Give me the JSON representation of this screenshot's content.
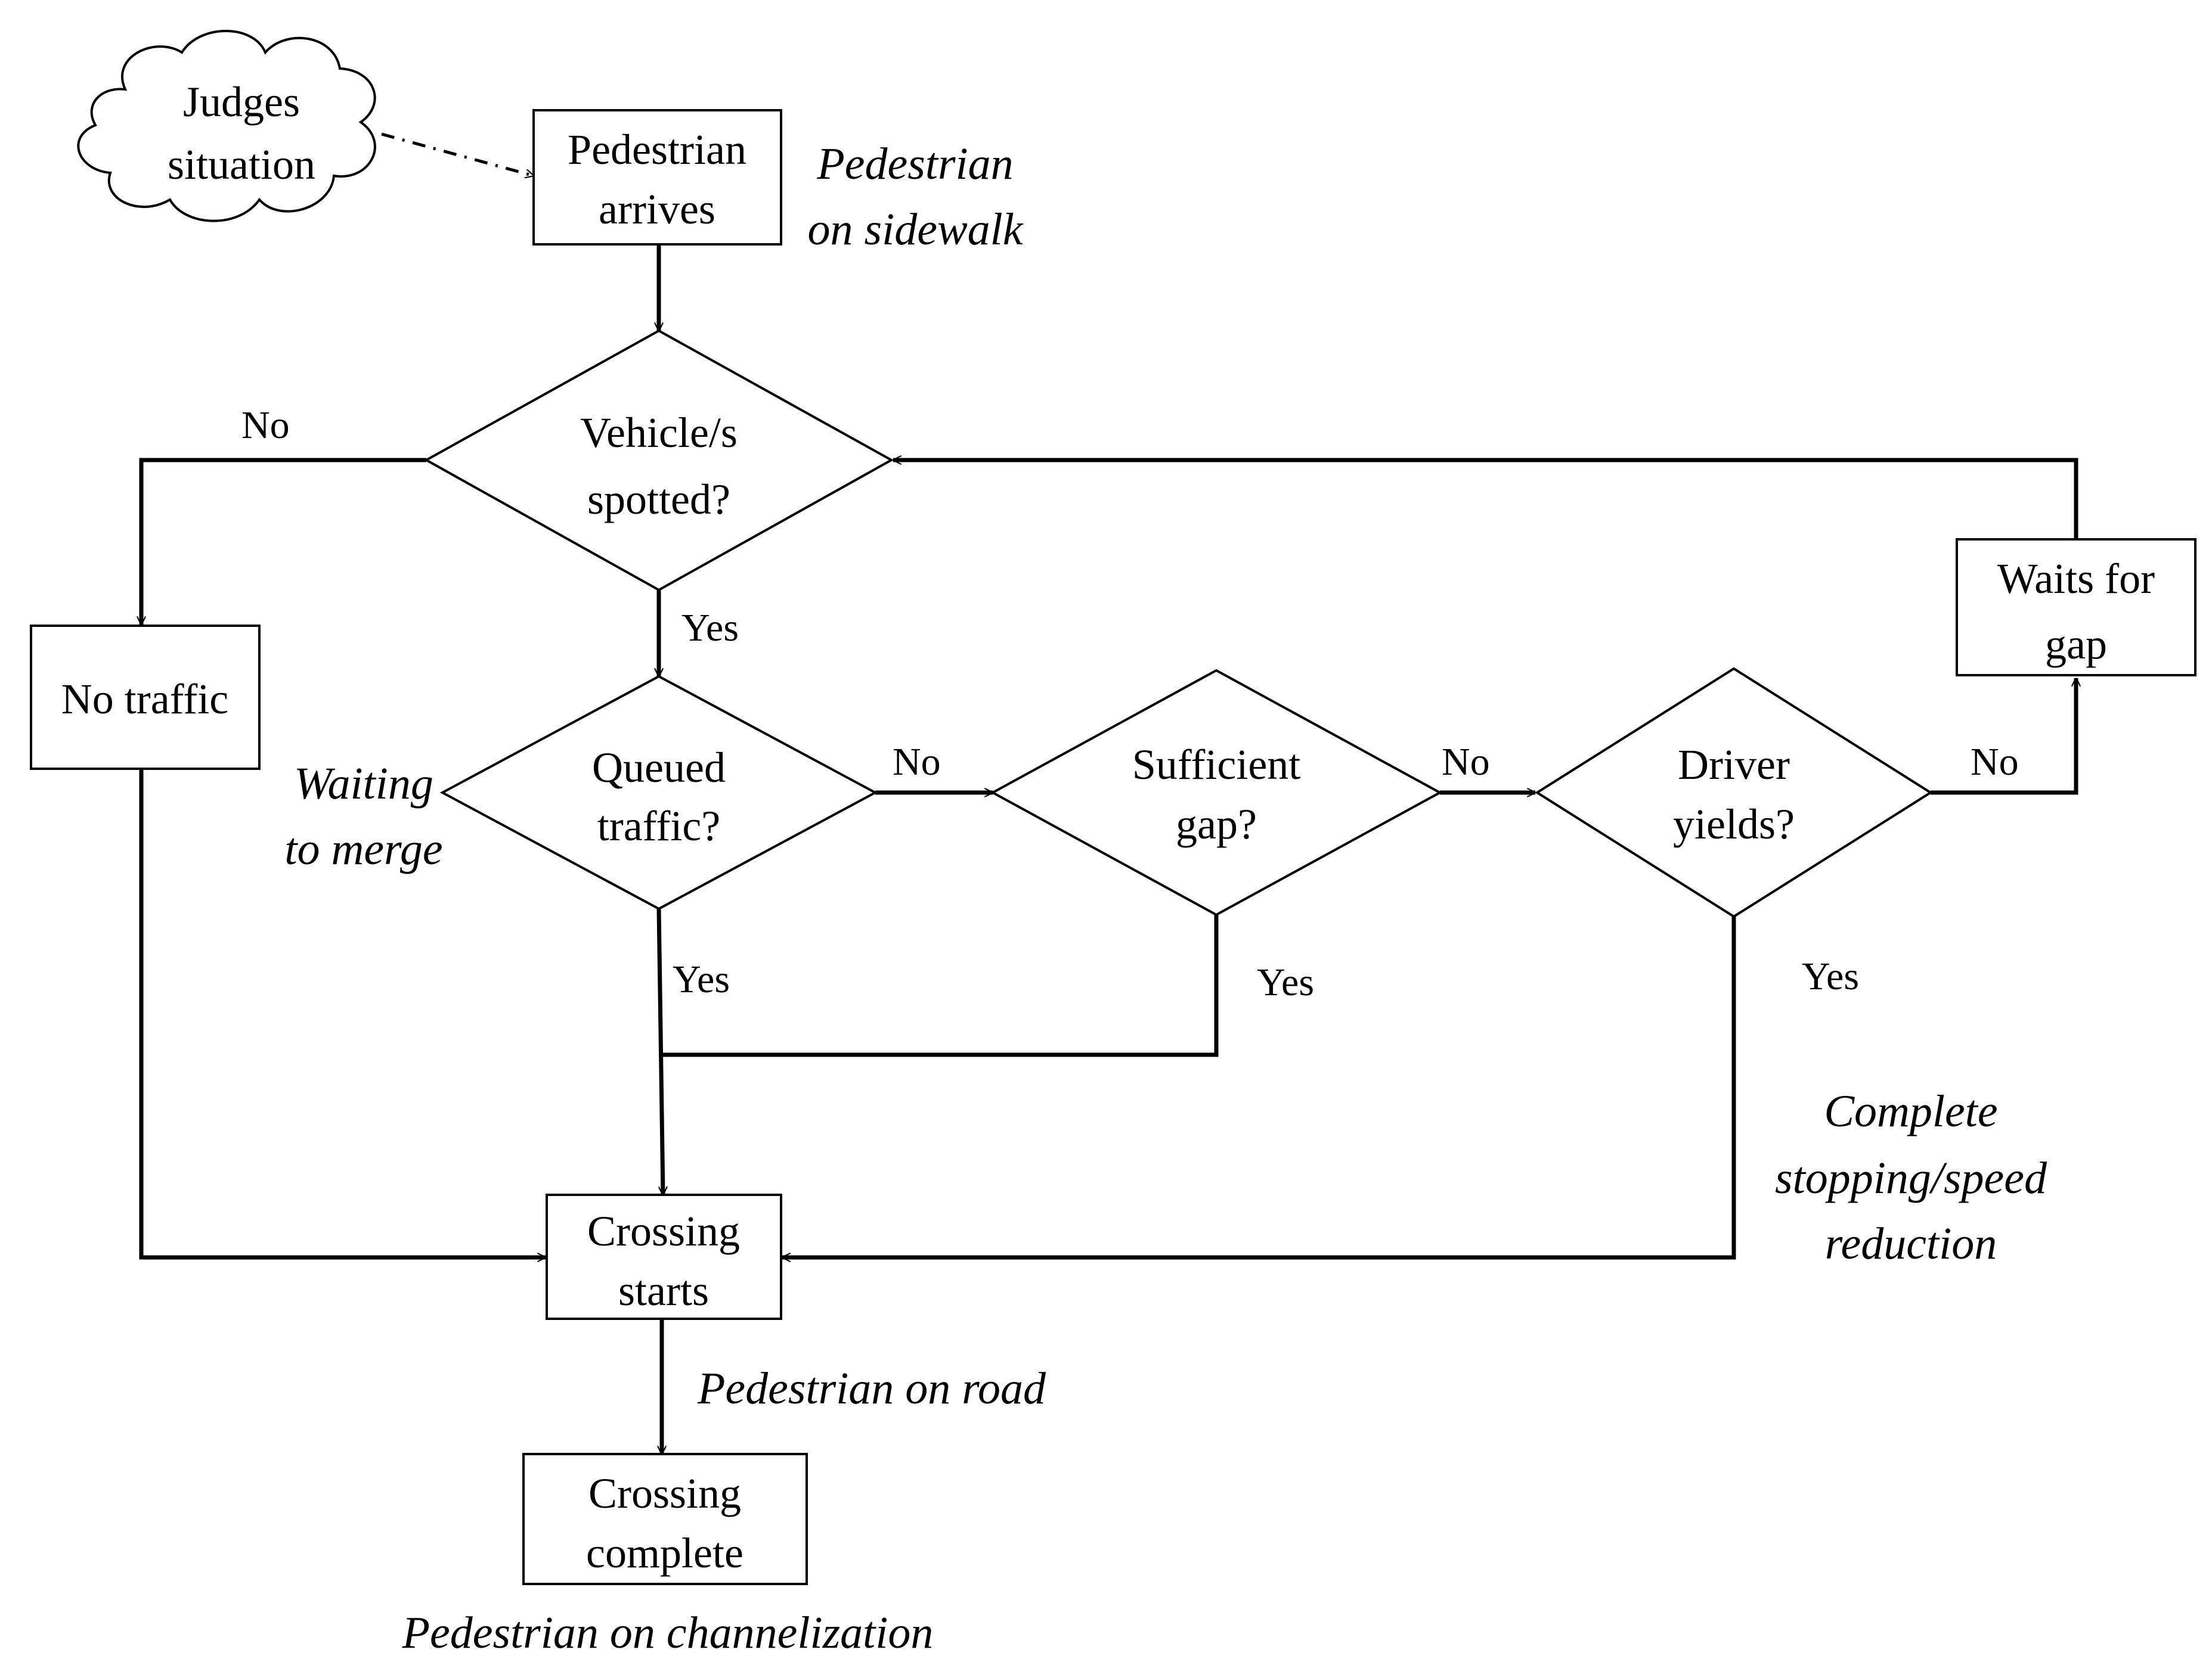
{
  "nodes": {
    "judges": [
      "Judges",
      "situation"
    ],
    "arrives": [
      "Pedestrian",
      "arrives"
    ],
    "vehicles": [
      "Vehicle/s",
      "spotted?"
    ],
    "no_traffic": [
      "No traffic"
    ],
    "queued": [
      "Queued",
      "traffic?"
    ],
    "sufficient": [
      "Sufficient",
      "gap?"
    ],
    "driver": [
      "Driver",
      "yields?"
    ],
    "waits": [
      "Waits for",
      "gap"
    ],
    "crossing_starts": [
      "Crossing",
      "starts"
    ],
    "crossing_complete": [
      "Crossing",
      "complete"
    ]
  },
  "edge_labels": {
    "no": "No",
    "yes": "Yes"
  },
  "notes": {
    "sidewalk": [
      "Pedestrian",
      "on sidewalk"
    ],
    "merge": [
      "Waiting",
      "to merge"
    ],
    "stopping": [
      "Complete",
      "stopping/speed",
      "reduction"
    ],
    "road": [
      "Pedestrian on road"
    ],
    "channelization": [
      "Pedestrian on channelization"
    ]
  }
}
